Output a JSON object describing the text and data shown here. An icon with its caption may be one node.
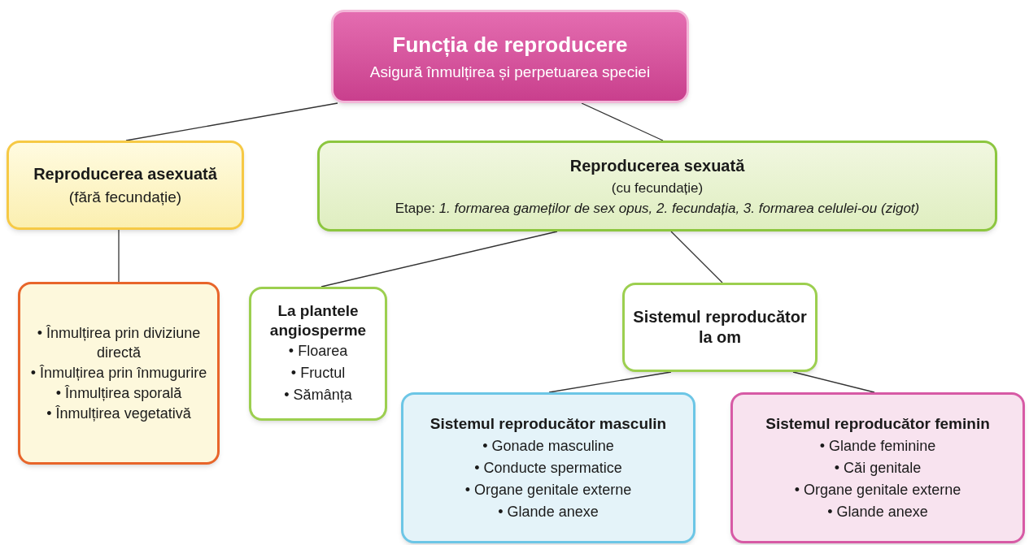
{
  "diagram": {
    "nodes": [
      {
        "text": [
          "Funcția de reproducere",
          "Asigură înmulțirea și perpetuarea speciei"
        ]
      },
      {
        "text": [
          "Reproducerea asexuată",
          "(fără fecundație)"
        ]
      },
      {
        "text": [
          "Reproducerea sexuată",
          "(cu fecundație)",
          "Etape: *1. formarea gameților de sex opus, 2. fecundația, 3. formarea celulei-ou (zigot)*"
        ]
      },
      {
        "text": [
          "• Înmulțirea prin diviziune directă",
          "• Înmulțirea prin înmugurire",
          "• Înmulțirea sporală",
          "• Înmulțirea vegetativă"
        ]
      },
      {
        "text": [
          "La plantele angiosperme",
          "• Floarea",
          "• Fructul",
          "• Sămânța"
        ]
      },
      {
        "text": [
          "Sistemul reproducător la om"
        ]
      },
      {
        "text": [
          "Sistemul reproducător masculin",
          "• Gonade masculine",
          "• Conducte spermatice",
          "• Organe genitale externe",
          "• Glande anexe"
        ]
      },
      {
        "text": [
          "Sistemul reproducător feminin",
          "• Glande feminine",
          "• Căi genitale",
          "• Organe genitale externe",
          "• Glande anexe"
        ]
      }
    ],
    "edges": [
      {
        "from": 0,
        "to": 1,
        "arrow": "none"
      },
      {
        "from": 0,
        "to": 2,
        "arrow": "none"
      },
      {
        "from": 1,
        "to": 3,
        "arrow": "none"
      },
      {
        "from": 2,
        "to": 4,
        "arrow": "none"
      },
      {
        "from": 2,
        "to": 5,
        "arrow": "none"
      },
      {
        "from": 5,
        "to": 6,
        "arrow": "none"
      },
      {
        "from": 5,
        "to": 7,
        "arrow": "none"
      }
    ]
  }
}
